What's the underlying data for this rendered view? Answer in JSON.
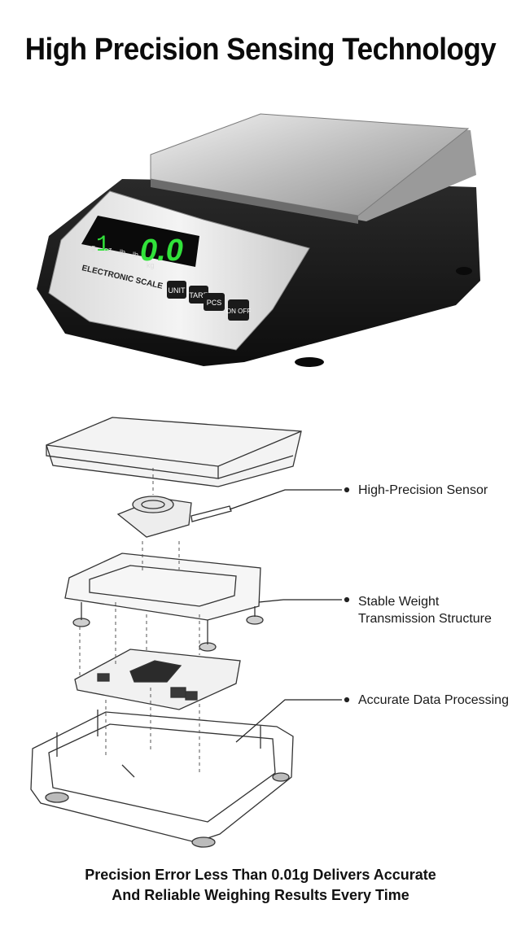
{
  "title": "High Precision Sensing Technology",
  "scale": {
    "display_value": "0.0",
    "display_indicator": "1",
    "units": [
      "g",
      "oz",
      "lb",
      "lb",
      "kg"
    ],
    "brand_label": "ELECTRONIC SCALE",
    "buttons": [
      "UNIT",
      "TARE",
      "PCS",
      "ON OFF"
    ],
    "display_color": "#31e23a"
  },
  "callouts": {
    "sensor": "High-Precision Sensor",
    "structure_line1": "Stable Weight",
    "structure_line2": "Transmission Structure",
    "processing": "Accurate Data Processing"
  },
  "footer": {
    "line1": "Precision Error Less Than 0.01g Delivers Accurate",
    "line2": "And Reliable Weighing Results Every Time"
  }
}
